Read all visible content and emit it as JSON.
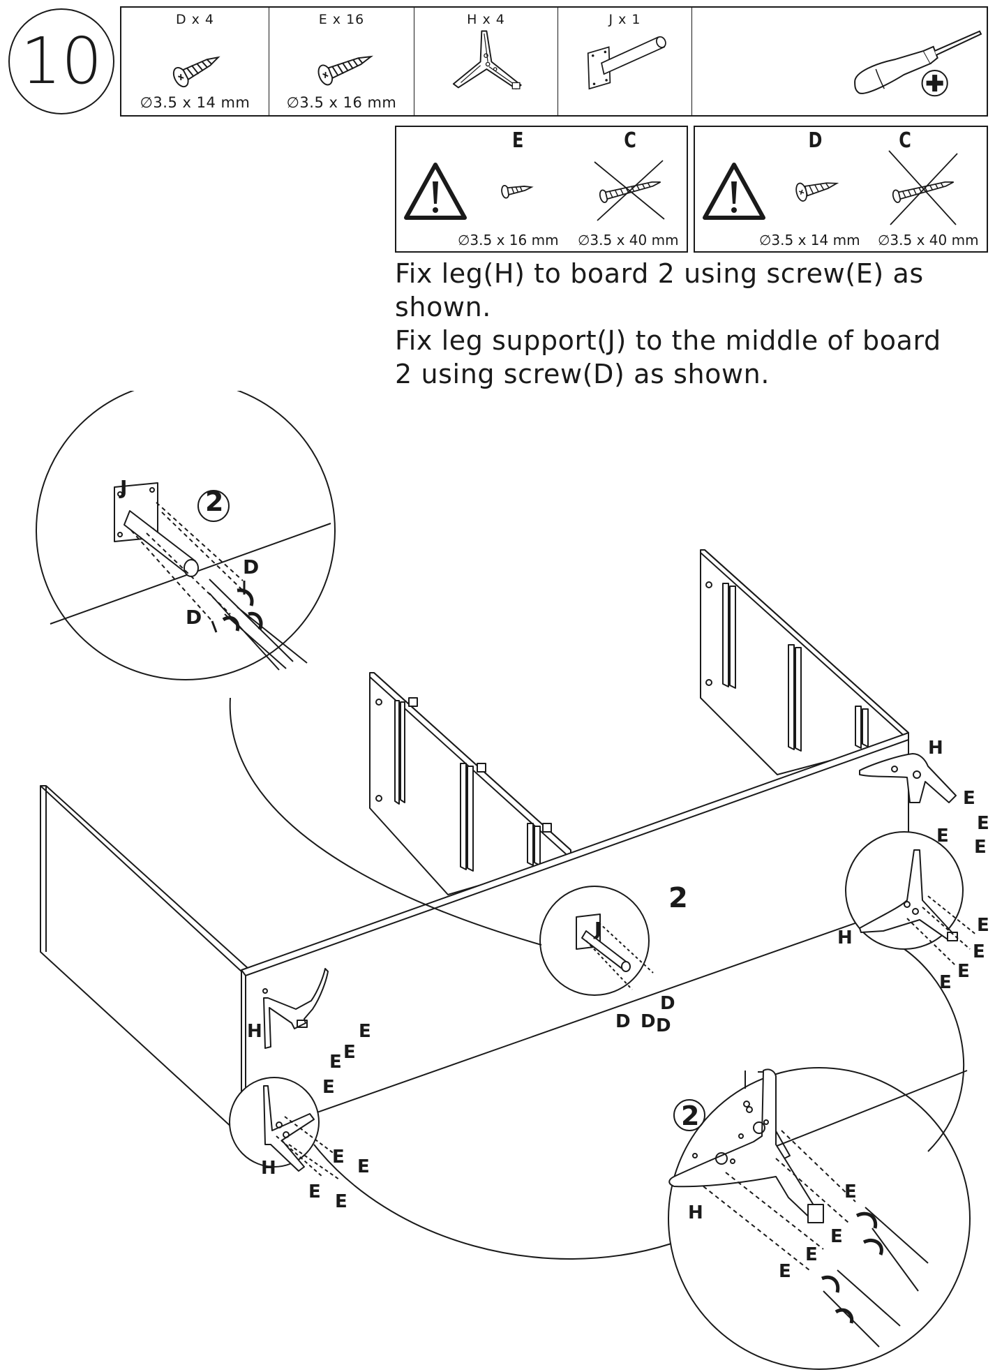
{
  "step": {
    "number": "10"
  },
  "parts": [
    {
      "id": "part-d",
      "qty_label": "D x 4",
      "size_label": "∅3.5 x 14 mm",
      "icon": "screw-icon"
    },
    {
      "id": "part-e",
      "qty_label": "E x 16",
      "size_label": "∅3.5 x 16 mm",
      "icon": "screw-icon"
    },
    {
      "id": "part-h",
      "qty_label": "H x 4",
      "size_label": "",
      "icon": "leg-icon"
    },
    {
      "id": "part-j",
      "qty_label": "J x 1",
      "size_label": "",
      "icon": "leg-support-icon"
    },
    {
      "id": "tool",
      "qty_label": "",
      "size_label": "",
      "icon": "phillips-screwdriver-icon"
    }
  ],
  "warnings": [
    {
      "use_label": "E",
      "avoid_label": "C",
      "use_size": "∅3.5 x 16 mm",
      "avoid_size": "∅3.5 x 40 mm",
      "icon": "warning-triangle-icon"
    },
    {
      "use_label": "D",
      "avoid_label": "C",
      "use_size": "∅3.5 x 14 mm",
      "avoid_size": "∅3.5 x 40 mm",
      "icon": "warning-triangle-icon"
    }
  ],
  "instructions": {
    "line1": "Fix leg(H) to board 2 using screw(E) as shown.",
    "line2": "Fix leg support(J) to the middle of board 2 using screw(D) as shown."
  },
  "diagram": {
    "board_label": "2",
    "part_labels": {
      "leg": "H",
      "support": "J",
      "screw_leg": "E",
      "screw_support": "D"
    }
  }
}
